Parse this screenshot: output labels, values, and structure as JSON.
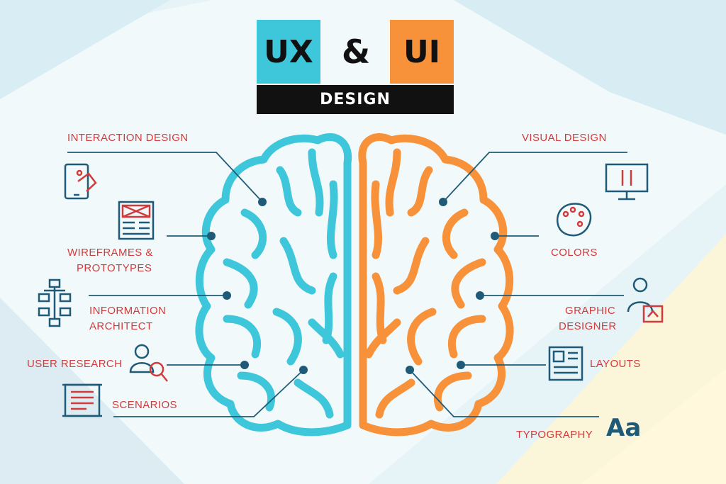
{
  "title": {
    "ux": "UX",
    "amp": "&",
    "ui": "UI",
    "design": "DESIGN"
  },
  "colors": {
    "ux_accent": "#3ec6da",
    "ui_accent": "#f7923a",
    "label": "#d23b3b",
    "icon": "#1f5b78",
    "connector": "#1f5b78"
  },
  "left_items": [
    {
      "label": "INTERACTION DESIGN",
      "icon": "tablet-touch-icon"
    },
    {
      "label": "WIREFRAMES &",
      "label2": "PROTOTYPES",
      "icon": "wireframe-icon"
    },
    {
      "label": "INFORMATION",
      "label2": "ARCHITECT",
      "icon": "sitemap-icon"
    },
    {
      "label": "USER RESEARCH",
      "icon": "user-search-icon"
    },
    {
      "label": "SCENARIOS",
      "icon": "scroll-icon"
    }
  ],
  "right_items": [
    {
      "label": "VISUAL DESIGN",
      "icon": "monitor-brush-icon"
    },
    {
      "label": "COLORS",
      "icon": "palette-icon"
    },
    {
      "label": "GRAPHIC",
      "label2": "DESIGNER",
      "icon": "designer-icon"
    },
    {
      "label": "LAYOUTS",
      "icon": "layout-icon"
    },
    {
      "label": "TYPOGRAPHY",
      "icon": "typography-icon",
      "glyph": "Aa"
    }
  ]
}
